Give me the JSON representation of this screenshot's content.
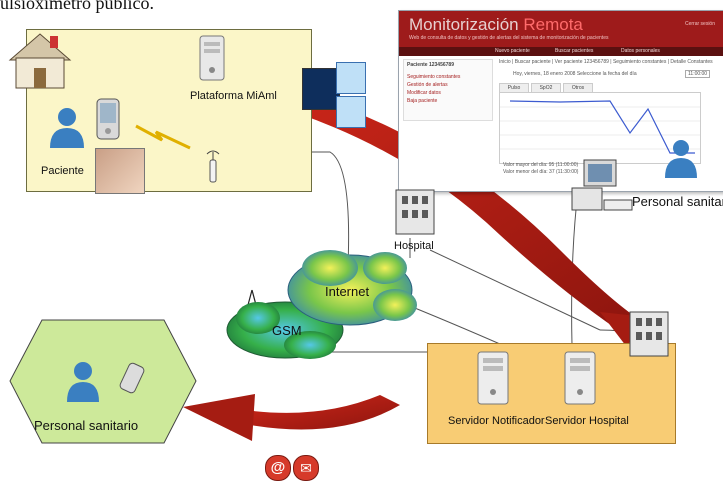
{
  "top_caption": "ulsioxímetro público.",
  "patient_area": {
    "label": "Paciente",
    "platform_label": "Plataforma MiAml"
  },
  "monitor_window": {
    "title_a": "Monitorización",
    "title_b": "Remota",
    "subtitle": "Web de consulta de datos y gestión de alertas del sistema de monitorización de pacientes",
    "close_link": "Cerrar sesión",
    "nav": [
      "Nuevo paciente",
      "Buscar pacientes",
      "Datos personales"
    ],
    "side_title": "Paciente 123456789",
    "side_items": [
      "Seguimiento constantes",
      "Gestión de alertas",
      "Modificar datos",
      "Baja paciente"
    ],
    "breadcrumb": "Inicio | Buscar paciente | Ver paciente 123456789 | Seguimiento constantes | Detalle Constantes",
    "date_line": "Hoy, viernes, 18 enero 2008  Seleccione la fecha del día",
    "time_select": "11:00:00",
    "tabs": [
      "Pulso",
      "SpO2",
      "Otros"
    ],
    "foot_1": "Valor mayor del día: 95 (11:00:00)",
    "foot_2": "Valor menor del día: 37 (11:30:00)",
    "person_label": "Personal sanitario"
  },
  "hospital_label": "Hospital",
  "cloud_labels": {
    "internet": "Internet",
    "gsm": "GSM"
  },
  "server_area": {
    "notifier": "Servidor Notificador",
    "hospital_server": "Servidor Hospital"
  },
  "mobile_staff_label": "Personal sanitario",
  "notification_icons": [
    "@",
    "✉"
  ],
  "colors": {
    "patient_bg": "#fbf6c8",
    "server_bg": "#f8cc74",
    "hex_bg": "#cde99a",
    "arrow": "#b11f14",
    "header": "#9e1b1b"
  }
}
